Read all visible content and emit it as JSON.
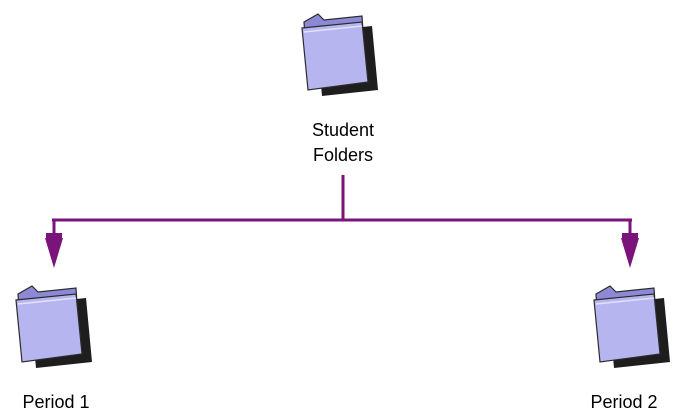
{
  "root": {
    "label_line1": "Student",
    "label_line2": "Folders",
    "icon": "folder-icon"
  },
  "children": [
    {
      "label": "Period 1",
      "icon": "folder-icon"
    },
    {
      "label": "Period 2",
      "icon": "folder-icon"
    }
  ],
  "colors": {
    "connector": "#7a137a",
    "folder_fill": "#b7b5ef",
    "folder_shade": "#8d89d6",
    "folder_outline": "#2b2b2b",
    "shadow": "#1e1e1e",
    "background": "#ffffff"
  }
}
